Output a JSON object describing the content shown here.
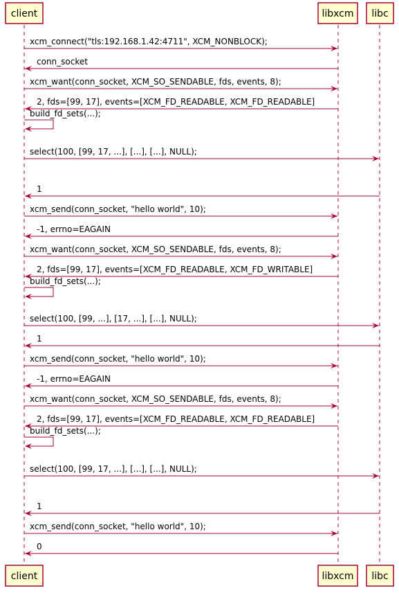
{
  "participants": [
    {
      "id": "client",
      "label": "client"
    },
    {
      "id": "libxcm",
      "label": "libxcm"
    },
    {
      "id": "libc",
      "label": "libc"
    }
  ],
  "messages": [
    {
      "from": "client",
      "to": "libxcm",
      "label": "xcm_connect(\"tls:192.168.1.42:4711\", XCM_NONBLOCK);"
    },
    {
      "from": "libxcm",
      "to": "client",
      "label": "conn_socket"
    },
    {
      "from": "client",
      "to": "libxcm",
      "label": "xcm_want(conn_socket, XCM_SO_SENDABLE, fds, events, 8);"
    },
    {
      "from": "libxcm",
      "to": "client",
      "label": "2, fds=[99, 17], events=[XCM_FD_READABLE, XCM_FD_READABLE]"
    },
    {
      "from": "client",
      "to": "client",
      "label": "build_fd_sets(...);"
    },
    {
      "from": "client",
      "to": "libc",
      "label": "select(100, [99, 17, ...], [...], [...], NULL);"
    },
    {
      "from": "libc",
      "to": "client",
      "label": "1"
    },
    {
      "from": "client",
      "to": "libxcm",
      "label": "xcm_send(conn_socket, \"hello world\", 10);"
    },
    {
      "from": "libxcm",
      "to": "client",
      "label": "-1, errno=EAGAIN"
    },
    {
      "from": "client",
      "to": "libxcm",
      "label": "xcm_want(conn_socket, XCM_SO_SENDABLE, fds, events, 8);"
    },
    {
      "from": "libxcm",
      "to": "client",
      "label": "2, fds=[99, 17], events=[XCM_FD_READABLE, XCM_FD_WRITABLE]"
    },
    {
      "from": "client",
      "to": "client",
      "label": "build_fd_sets(...);"
    },
    {
      "from": "client",
      "to": "libc",
      "label": "select(100, [99, ...], [17, ...], [...], NULL);"
    },
    {
      "from": "libc",
      "to": "client",
      "label": "1"
    },
    {
      "from": "client",
      "to": "libxcm",
      "label": "xcm_send(conn_socket, \"hello world\", 10);"
    },
    {
      "from": "libxcm",
      "to": "client",
      "label": "-1, errno=EAGAIN"
    },
    {
      "from": "client",
      "to": "libxcm",
      "label": "xcm_want(conn_socket, XCM_SO_SENDABLE, fds, events, 8);"
    },
    {
      "from": "libxcm",
      "to": "client",
      "label": "2, fds=[99, 17], events=[XCM_FD_READABLE, XCM_FD_READABLE]"
    },
    {
      "from": "client",
      "to": "client",
      "label": "build_fd_sets(...);"
    },
    {
      "from": "client",
      "to": "libc",
      "label": "select(100, [99, 17, ...], [...], [...], NULL);"
    },
    {
      "from": "libc",
      "to": "client",
      "label": "1"
    },
    {
      "from": "client",
      "to": "libxcm",
      "label": "xcm_send(conn_socket, \"hello world\", 10);"
    },
    {
      "from": "libxcm",
      "to": "client",
      "label": "0"
    }
  ]
}
